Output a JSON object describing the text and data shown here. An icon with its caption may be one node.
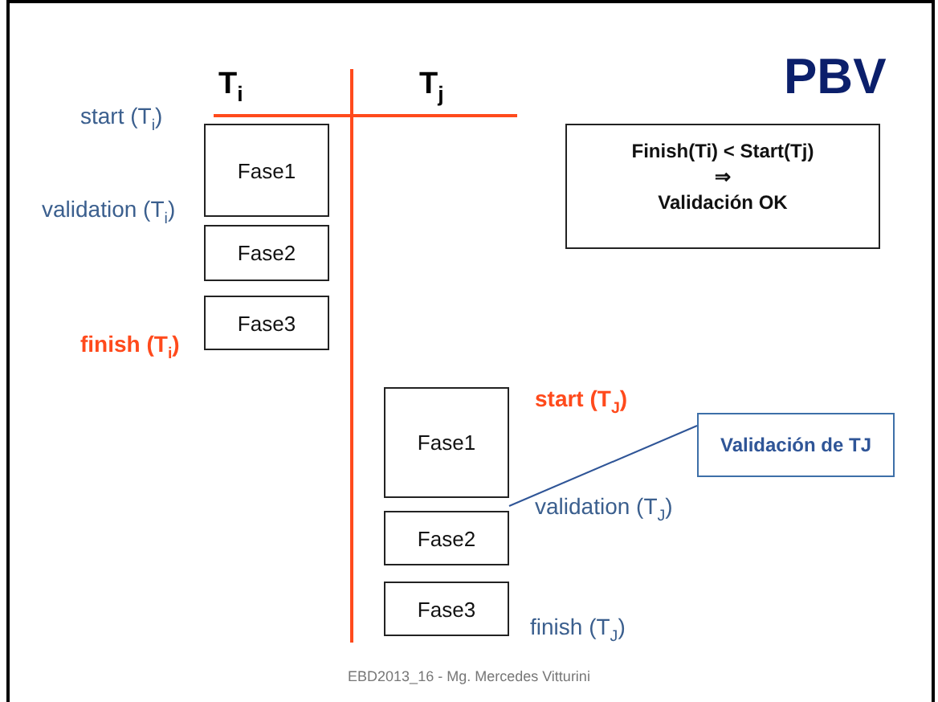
{
  "diagram": {
    "title": "PBV",
    "caption": "EBD2013_16 - Mg. Mercedes Vitturini",
    "nodes": [
      {
        "text": [
          "Fase1"
        ]
      },
      {
        "text": [
          "Fase2"
        ]
      },
      {
        "text": [
          "Fase3"
        ]
      },
      {
        "text": [
          "Finish(Ti) < Start(Tj)",
          "⇒",
          "Validación OK"
        ]
      },
      {
        "text": [
          "Fase1"
        ]
      },
      {
        "text": [
          "Validación de TJ"
        ]
      },
      {
        "text": [
          "Fase2"
        ]
      },
      {
        "text": [
          "Fase3"
        ]
      }
    ],
    "edges": [
      {
        "from": 5,
        "to": 6,
        "arrow": "none"
      }
    ],
    "labels": [
      "T$_{i}$",
      "T$_{j}$",
      "start (T$_{i}$)",
      "validation (T$_{i}$)",
      "finish (T$_{i}$)",
      "start (T$_{J}$)",
      "validation (T$_{J}$)",
      "finish (T$_{J}$)"
    ]
  }
}
